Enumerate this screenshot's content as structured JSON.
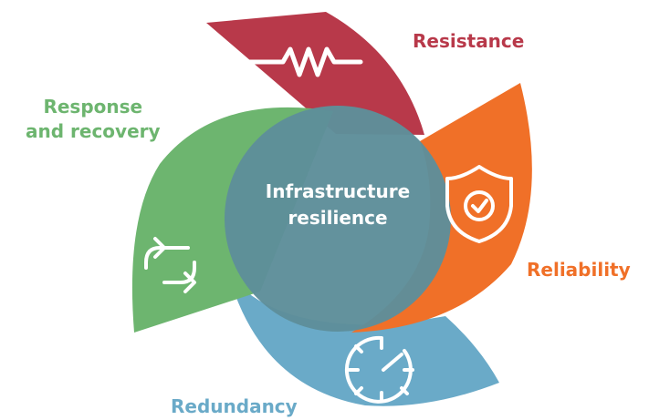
{
  "center": {
    "line1": "Infrastructure",
    "line2": "resilience",
    "color": "#5E8E9A"
  },
  "segments": [
    {
      "key": "resistance",
      "label": "Resistance",
      "color": "#B8394A",
      "icon": "resistor-icon"
    },
    {
      "key": "reliability",
      "label": "Reliability",
      "color": "#F07028",
      "icon": "shield-check-icon"
    },
    {
      "key": "redundancy",
      "label": "Redundancy",
      "color": "#6AAAC8",
      "icon": "timer-clock-icon"
    },
    {
      "key": "response",
      "label_line1": "Response",
      "label_line2": "and recovery",
      "color": "#6DB56F",
      "icon": "cycle-arrows-icon"
    }
  ]
}
